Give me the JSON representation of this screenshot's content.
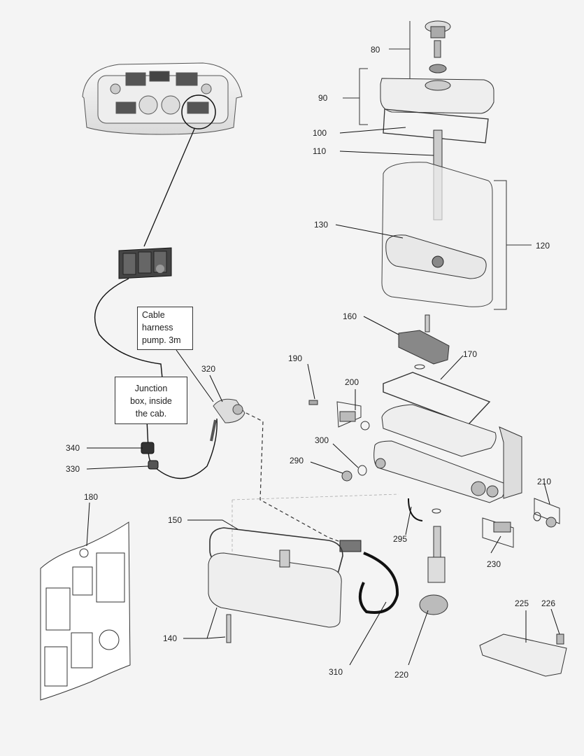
{
  "diagram": {
    "callouts": {
      "c80": "80",
      "c90": "90",
      "c100": "100",
      "c110": "110",
      "c120": "120",
      "c130": "130",
      "c140": "140",
      "c150": "150",
      "c160": "160",
      "c170": "170",
      "c180": "180",
      "c190": "190",
      "c200": "200",
      "c210": "210",
      "c220": "220",
      "c225": "225",
      "c226": "226",
      "c230": "230",
      "c290": "290",
      "c295": "295",
      "c300": "300",
      "c310": "310",
      "c320": "320",
      "c330": "330",
      "c340": "340"
    },
    "notes": {
      "cable_harness": [
        "Cable",
        "harness",
        "pump.  3m"
      ],
      "junction_box": [
        "Junction",
        "box, inside",
        "the cab."
      ]
    }
  }
}
